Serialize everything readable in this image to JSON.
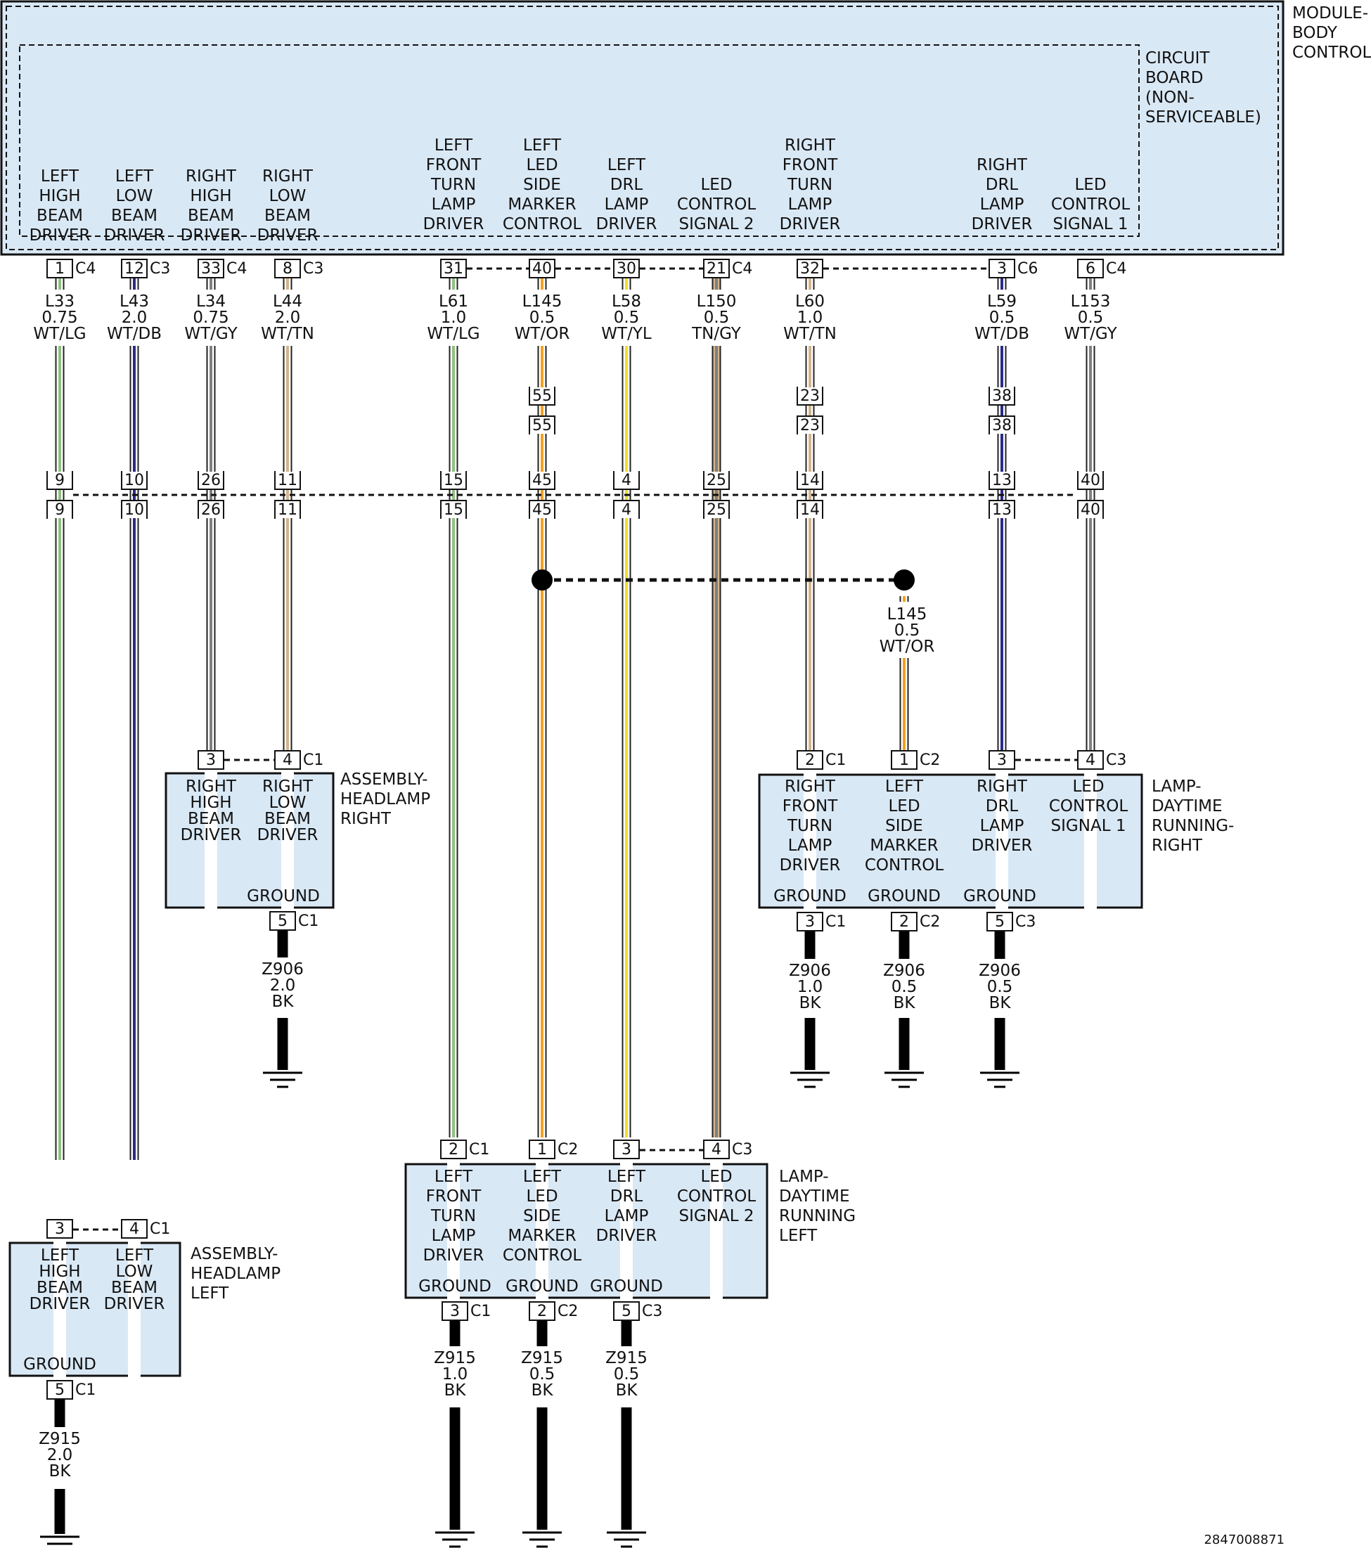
{
  "module": {
    "label": [
      "MODULE-",
      "BODY",
      "CONTROL"
    ],
    "circuit_board": [
      "CIRCUIT",
      "BOARD",
      "(NON-",
      "SERVICEABLE)"
    ]
  },
  "colors": {
    "panel_fill": "#d9e8f5",
    "WT": "#ffffff",
    "LG": "#90c080",
    "DB": "#2a2a8c",
    "GY": "#808080",
    "TN": "#d2b48c",
    "OR": "#f5a020",
    "YL": "#f0e020",
    "BK": "#000000",
    "outline": "#111111"
  },
  "circuits": [
    {
      "id": "l33",
      "func": [
        "LEFT",
        "HIGH",
        "BEAM",
        "DRIVER"
      ],
      "pin": "1",
      "conn": "C4",
      "code": "L33",
      "gauge": "0.75",
      "color": "WT/LG",
      "inline_top": "9",
      "inline_bot": "9",
      "target_pin": "3",
      "target_conn": ""
    },
    {
      "id": "l43",
      "func": [
        "LEFT",
        "LOW",
        "BEAM",
        "DRIVER"
      ],
      "pin": "12",
      "conn": "C3",
      "code": "L43",
      "gauge": "2.0",
      "color": "WT/DB",
      "inline_top": "10",
      "inline_bot": "10",
      "target_pin": "4",
      "target_conn": "C1"
    },
    {
      "id": "l34",
      "func": [
        "RIGHT",
        "HIGH",
        "BEAM",
        "DRIVER"
      ],
      "pin": "33",
      "conn": "C4",
      "code": "L34",
      "gauge": "0.75",
      "color": "WT/GY",
      "inline_top": "26",
      "inline_bot": "26",
      "target_pin": "3",
      "target_conn": ""
    },
    {
      "id": "l44",
      "func": [
        "RIGHT",
        "LOW",
        "BEAM",
        "DRIVER"
      ],
      "pin": "8",
      "conn": "C3",
      "code": "L44",
      "gauge": "2.0",
      "color": "WT/TN",
      "inline_top": "11",
      "inline_bot": "11",
      "target_pin": "4",
      "target_conn": "C1"
    },
    {
      "id": "l61",
      "func": [
        "LEFT",
        "FRONT",
        "TURN",
        "LAMP",
        "DRIVER"
      ],
      "pin": "31",
      "conn": "",
      "code": "L61",
      "gauge": "1.0",
      "color": "WT/LG",
      "inline_top": "15",
      "inline_bot": "15",
      "target_pin": "2",
      "target_conn": "C1"
    },
    {
      "id": "l145",
      "func": [
        "LEFT",
        "LED",
        "SIDE",
        "MARKER",
        "CONTROL"
      ],
      "pin": "40",
      "conn": "",
      "code": "L145",
      "gauge": "0.5",
      "color": "WT/OR",
      "splice_top": "55",
      "splice_bot": "55",
      "inline_top": "45",
      "inline_bot": "45",
      "target_pin": "1",
      "target_conn": "C2"
    },
    {
      "id": "l58",
      "func": [
        "LEFT",
        "DRL",
        "LAMP",
        "DRIVER"
      ],
      "pin": "30",
      "conn": "",
      "code": "L58",
      "gauge": "0.5",
      "color": "WT/YL",
      "inline_top": "4",
      "inline_bot": "4",
      "target_pin": "3",
      "target_conn": ""
    },
    {
      "id": "l150",
      "func": [
        "LED",
        "CONTROL",
        "SIGNAL 2"
      ],
      "pin": "21",
      "conn": "C4",
      "code": "L150",
      "gauge": "0.5",
      "color": "TN/GY",
      "inline_top": "25",
      "inline_bot": "25",
      "target_pin": "4",
      "target_conn": "C3"
    },
    {
      "id": "l60",
      "func": [
        "RIGHT",
        "FRONT",
        "TURN",
        "LAMP",
        "DRIVER"
      ],
      "pin": "32",
      "conn": "",
      "code": "L60",
      "gauge": "1.0",
      "color": "WT/TN",
      "splice_top": "23",
      "splice_bot": "23",
      "inline_top": "14",
      "inline_bot": "14",
      "target_pin": "2",
      "target_conn": "C1"
    },
    {
      "id": "l59",
      "func": [
        "RIGHT",
        "DRL",
        "LAMP",
        "DRIVER"
      ],
      "pin": "3",
      "conn": "C6",
      "code": "L59",
      "gauge": "0.5",
      "color": "WT/DB",
      "splice_top": "38",
      "splice_bot": "38",
      "inline_top": "13",
      "inline_bot": "13",
      "target_pin": "3",
      "target_conn": ""
    },
    {
      "id": "l153",
      "func": [
        "LED",
        "CONTROL",
        "SIGNAL 1"
      ],
      "pin": "6",
      "conn": "C4",
      "code": "L153",
      "gauge": "0.5",
      "color": "WT/GY",
      "inline_top": "40",
      "inline_bot": "40",
      "target_pin": "4",
      "target_conn": "C3"
    }
  ],
  "branch": {
    "code": "L145",
    "gauge": "0.5",
    "color": "WT/OR",
    "pin": "1",
    "conn": "C2"
  },
  "components": {
    "headlamp_right": {
      "title": [
        "ASSEMBLY-",
        "HEADLAMP",
        "RIGHT"
      ],
      "funcs": [
        [
          "RIGHT",
          "HIGH",
          "BEAM",
          "DRIVER"
        ],
        [
          "RIGHT",
          "LOW",
          "BEAM",
          "DRIVER"
        ]
      ],
      "ground_label": "GROUND",
      "ground": {
        "pin": "5",
        "conn": "C1",
        "code": "Z906",
        "gauge": "2.0",
        "color": "BK"
      }
    },
    "headlamp_left": {
      "title": [
        "ASSEMBLY-",
        "HEADLAMP",
        "LEFT"
      ],
      "funcs": [
        [
          "LEFT",
          "HIGH",
          "BEAM",
          "DRIVER"
        ],
        [
          "LEFT",
          "LOW",
          "BEAM",
          "DRIVER"
        ]
      ],
      "ground_label": "GROUND",
      "ground": {
        "pin": "5",
        "conn": "C1",
        "code": "Z915",
        "gauge": "2.0",
        "color": "BK"
      }
    },
    "drl_right": {
      "title": [
        "LAMP-",
        "DAYTIME",
        "RUNNING-",
        "RIGHT"
      ],
      "funcs": [
        [
          "RIGHT",
          "FRONT",
          "TURN",
          "LAMP",
          "DRIVER"
        ],
        [
          "LEFT",
          "LED",
          "SIDE",
          "MARKER",
          "CONTROL"
        ],
        [
          "RIGHT",
          "DRL",
          "LAMP",
          "DRIVER"
        ],
        [
          "LED",
          "CONTROL",
          "SIGNAL 1"
        ]
      ],
      "ground_label": "GROUND",
      "grounds": [
        {
          "pin": "3",
          "conn": "C1",
          "code": "Z906",
          "gauge": "1.0",
          "color": "BK"
        },
        {
          "pin": "2",
          "conn": "C2",
          "code": "Z906",
          "gauge": "0.5",
          "color": "BK"
        },
        {
          "pin": "5",
          "conn": "C3",
          "code": "Z906",
          "gauge": "0.5",
          "color": "BK"
        }
      ]
    },
    "drl_left": {
      "title": [
        "LAMP-",
        "DAYTIME",
        "RUNNING",
        "LEFT"
      ],
      "funcs": [
        [
          "LEFT",
          "FRONT",
          "TURN",
          "LAMP",
          "DRIVER"
        ],
        [
          "LEFT",
          "LED",
          "SIDE",
          "MARKER",
          "CONTROL"
        ],
        [
          "LEFT",
          "DRL",
          "LAMP",
          "DRIVER"
        ],
        [
          "LED",
          "CONTROL",
          "SIGNAL 2"
        ]
      ],
      "ground_label": "GROUND",
      "grounds": [
        {
          "pin": "3",
          "conn": "C1",
          "code": "Z915",
          "gauge": "1.0",
          "color": "BK"
        },
        {
          "pin": "2",
          "conn": "C2",
          "code": "Z915",
          "gauge": "0.5",
          "color": "BK"
        },
        {
          "pin": "5",
          "conn": "C3",
          "code": "Z915",
          "gauge": "0.5",
          "color": "BK"
        }
      ]
    }
  },
  "figure_id": "2847008871"
}
